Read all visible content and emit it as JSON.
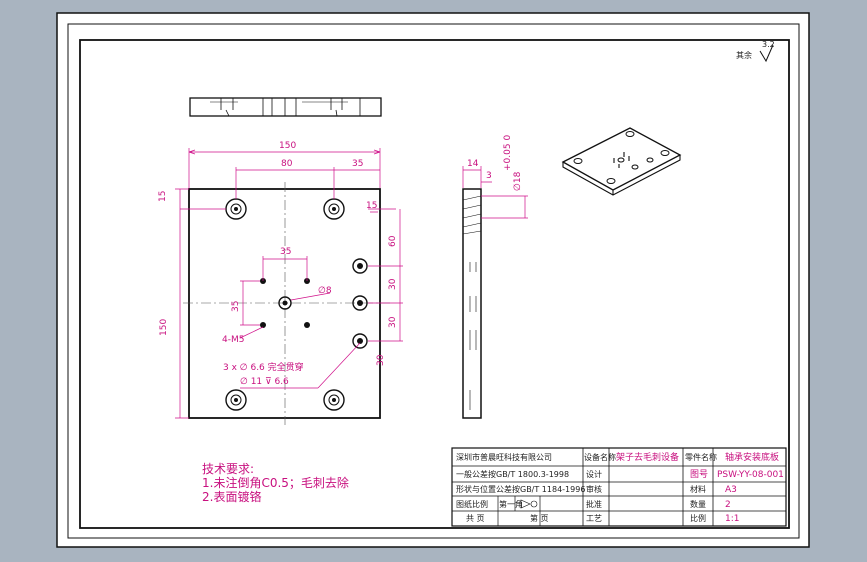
{
  "roughness": {
    "label": "其余",
    "value": "3.2"
  },
  "dimensions": {
    "width_150": "150",
    "d80": "80",
    "d35_top": "35",
    "d15_left": "15",
    "d150_left": "150",
    "d35_mid": "35",
    "d35_left": "35",
    "d15_right": "15",
    "d60": "60",
    "d30_a": "30",
    "d30_b": "30",
    "d30_c": "30",
    "dia8": "∅8",
    "m5": "4-M5",
    "hole_a": "3 x ∅ 6.6 完全贯穿",
    "hole_b": "∅ 11 ⊽ 6.6",
    "side_14": "14",
    "side_3": "3",
    "side_18": "∅18",
    "side_tol": "+0.05 0"
  },
  "tech": {
    "title": "技术要求:",
    "line1": "1.未注倒角C0.5；毛刺去除",
    "line2": "2.表面镀铬"
  },
  "title_block": {
    "company": "深圳市普晨旺科技有限公司",
    "std1": "一般公差按GB/T 1800.3-1998",
    "std2": "形状与位置公差按GB/T 1184-1996",
    "scale_label": "图纸比例",
    "sheet_label": "第一角",
    "total": "共  页",
    "page": "第  页",
    "equip_label": "设备名称",
    "equip_value": "架子去毛刺设备",
    "design": "设计",
    "review": "审核",
    "approve": "批准",
    "process": "工艺",
    "part_label": "零件名称",
    "part_value": "轴承安装底板",
    "code_label": "图号",
    "code_value": "PSW-YY-08-001",
    "material_label": "材料",
    "material_value": "A3",
    "qty_label": "数量",
    "qty_value": "2",
    "ratio_label": "比例",
    "ratio_value": "1:1"
  }
}
